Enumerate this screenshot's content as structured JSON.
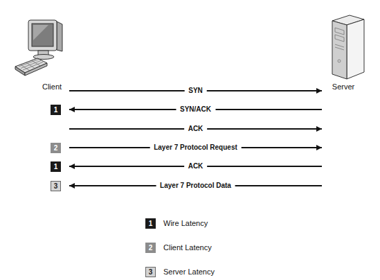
{
  "diagram": {
    "nodes": [
      {
        "text": [
          "Client"
        ]
      },
      {
        "text": [
          "Server"
        ]
      }
    ],
    "edges": [
      {
        "from": 0,
        "to": 1,
        "arrow": "to",
        "label": "SYN"
      },
      {
        "from": 1,
        "to": 0,
        "arrow": "to",
        "label": "SYN/ACK"
      },
      {
        "from": 0,
        "to": 1,
        "arrow": "to",
        "label": "ACK"
      },
      {
        "from": 0,
        "to": 1,
        "arrow": "to",
        "label": "Layer 7 Protocol Request"
      },
      {
        "from": 1,
        "to": 0,
        "arrow": "to",
        "label": "ACK"
      },
      {
        "from": 1,
        "to": 0,
        "arrow": "to",
        "label": "Layer 7 Protocol Data"
      }
    ],
    "labels": [
      "1",
      "2",
      "1",
      "3",
      "1",
      "2",
      "3"
    ],
    "legend": [
      {
        "text": "Wire Latency",
        "color": "#1a1a1a"
      },
      {
        "text": "Client Latency",
        "color": "#8c8c8c"
      },
      {
        "text": "Server Latency",
        "color": "#d4d4d4"
      }
    ]
  }
}
